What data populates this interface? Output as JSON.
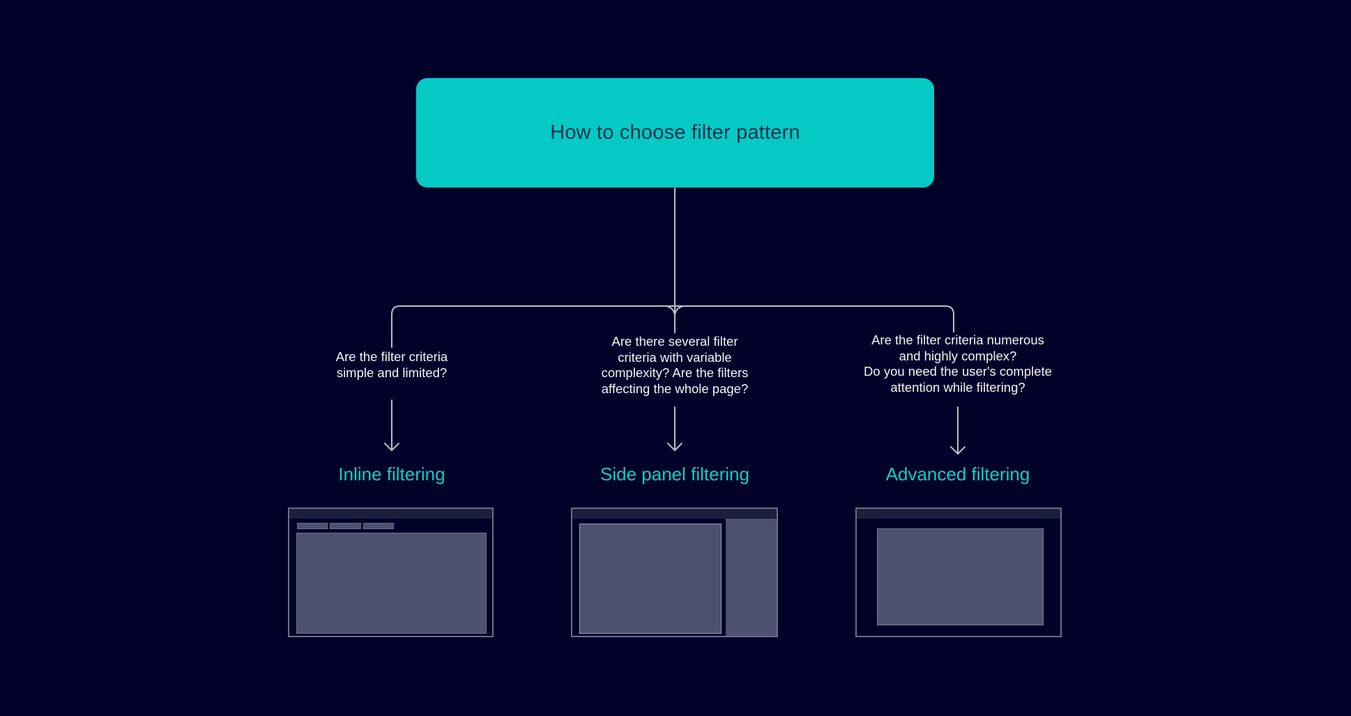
{
  "diagram": {
    "title": "How to choose filter pattern",
    "colors": {
      "background": "#000028",
      "root_node_fill": "#04c9c4",
      "root_node_text": "#14314a",
      "connector_line": "#bcbdc9",
      "question_text": "#f3f3f8",
      "pattern_label_teal": "#10cdc8",
      "wireframe_fill": "#4d5170",
      "wireframe_header": "#1b1e3d",
      "wireframe_border": "#6b6e8c"
    },
    "branches": [
      {
        "id": "inline-filtering",
        "question": "Are the filter criteria simple and limited?",
        "question_lines": [
          "Are the filter criteria",
          "simple and limited?"
        ],
        "label": "Inline filtering",
        "thumbnail": "window with top header bar, row of three filter chips, and large content area"
      },
      {
        "id": "side-panel-filtering",
        "question": "Are there several filter criteria with variable complexity? Are the filters affecting the whole page?",
        "question_lines": [
          "Are there several filter",
          "criteria with variable",
          "complexity? Are the filters",
          "affecting the whole page?"
        ],
        "label": "Side panel filtering",
        "thumbnail": "window with top header bar, main content area, and right side filter panel"
      },
      {
        "id": "advanced-filtering",
        "question": "Are the filter criteria numerous and highly complex? Do you need the user's complete attention while filtering?",
        "question_lines": [
          "Are the filter criteria numerous",
          "and highly complex?",
          "Do you need the user's complete",
          "attention while filtering?"
        ],
        "label": "Advanced filtering",
        "thumbnail": "window with top header bar and centered modal dialog area"
      }
    ]
  }
}
